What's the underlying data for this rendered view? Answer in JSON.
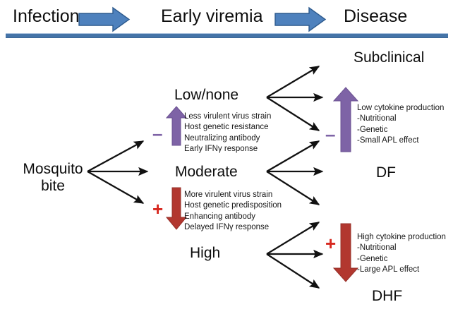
{
  "header": {
    "stage1": "Infection",
    "stage2": "Early viremia",
    "stage3": "Disease",
    "arrow1_icon": "right-block-arrow-icon",
    "arrow2_icon": "right-block-arrow-icon",
    "rule_color": "#4574a8",
    "arrow_fill": "#4e81bd",
    "arrow_stroke": "#2e5b8e"
  },
  "source": {
    "label": "Mosquito\nbite",
    "line1": "Mosquito",
    "line2": "bite"
  },
  "viremia_levels": [
    {
      "key": "low",
      "label": "Low/none"
    },
    {
      "key": "moderate",
      "label": "Moderate"
    },
    {
      "key": "high",
      "label": "High"
    }
  ],
  "outcomes": [
    {
      "key": "subclinical",
      "label": "Subclinical"
    },
    {
      "key": "df",
      "label": "DF"
    },
    {
      "key": "dhf",
      "label": "DHF"
    }
  ],
  "modifiers": {
    "low_viremia": {
      "sign": "–",
      "sign_kind": "minus",
      "color": "#7e63a6",
      "arrow_direction": "up",
      "lines": [
        "Less virulent virus strain",
        "Host genetic resistance",
        "Neutralizing antibody",
        "Early IFNγ response"
      ]
    },
    "high_viremia": {
      "sign": "+",
      "sign_kind": "plus",
      "color": "#b2372f",
      "arrow_direction": "down",
      "lines": [
        "More virulent virus strain",
        "Host genetic predisposition",
        "Enhancing antibody",
        "Delayed IFNγ response"
      ]
    },
    "subclinical_outcome": {
      "sign": "–",
      "sign_kind": "minus",
      "color": "#7e63a6",
      "arrow_direction": "up",
      "lines": [
        "Low cytokine production",
        "-Nutritional",
        "-Genetic",
        "-Small APL effect"
      ]
    },
    "dhf_outcome": {
      "sign": "+",
      "sign_kind": "plus",
      "color": "#b2372f",
      "arrow_direction": "down",
      "lines": [
        "High cytokine production",
        "-Nutritional",
        "-Genetic",
        "-Large APL effect"
      ]
    }
  },
  "flow_edges": [
    {
      "from": "Mosquito bite",
      "to": "Low/none"
    },
    {
      "from": "Mosquito bite",
      "to": "Moderate"
    },
    {
      "from": "Mosquito bite",
      "to": "High"
    },
    {
      "from": "Low/none",
      "to": "Subclinical"
    },
    {
      "from": "Low/none",
      "to": "Subclinical (mid)"
    },
    {
      "from": "Low/none",
      "to": "DF (upper)"
    },
    {
      "from": "Moderate",
      "to": "Subclinical/DF upper"
    },
    {
      "from": "Moderate",
      "to": "DF"
    },
    {
      "from": "Moderate",
      "to": "DHF upper"
    },
    {
      "from": "High",
      "to": "DF lower"
    },
    {
      "from": "High",
      "to": "DHF (mid)"
    },
    {
      "from": "High",
      "to": "DHF"
    }
  ]
}
